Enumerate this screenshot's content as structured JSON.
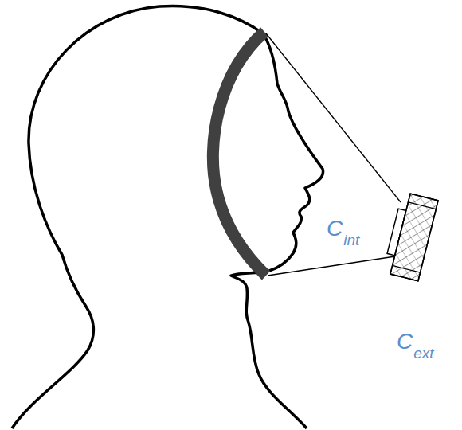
{
  "diagram": {
    "labels": [
      "C",
      "int",
      "C",
      "ext"
    ]
  }
}
